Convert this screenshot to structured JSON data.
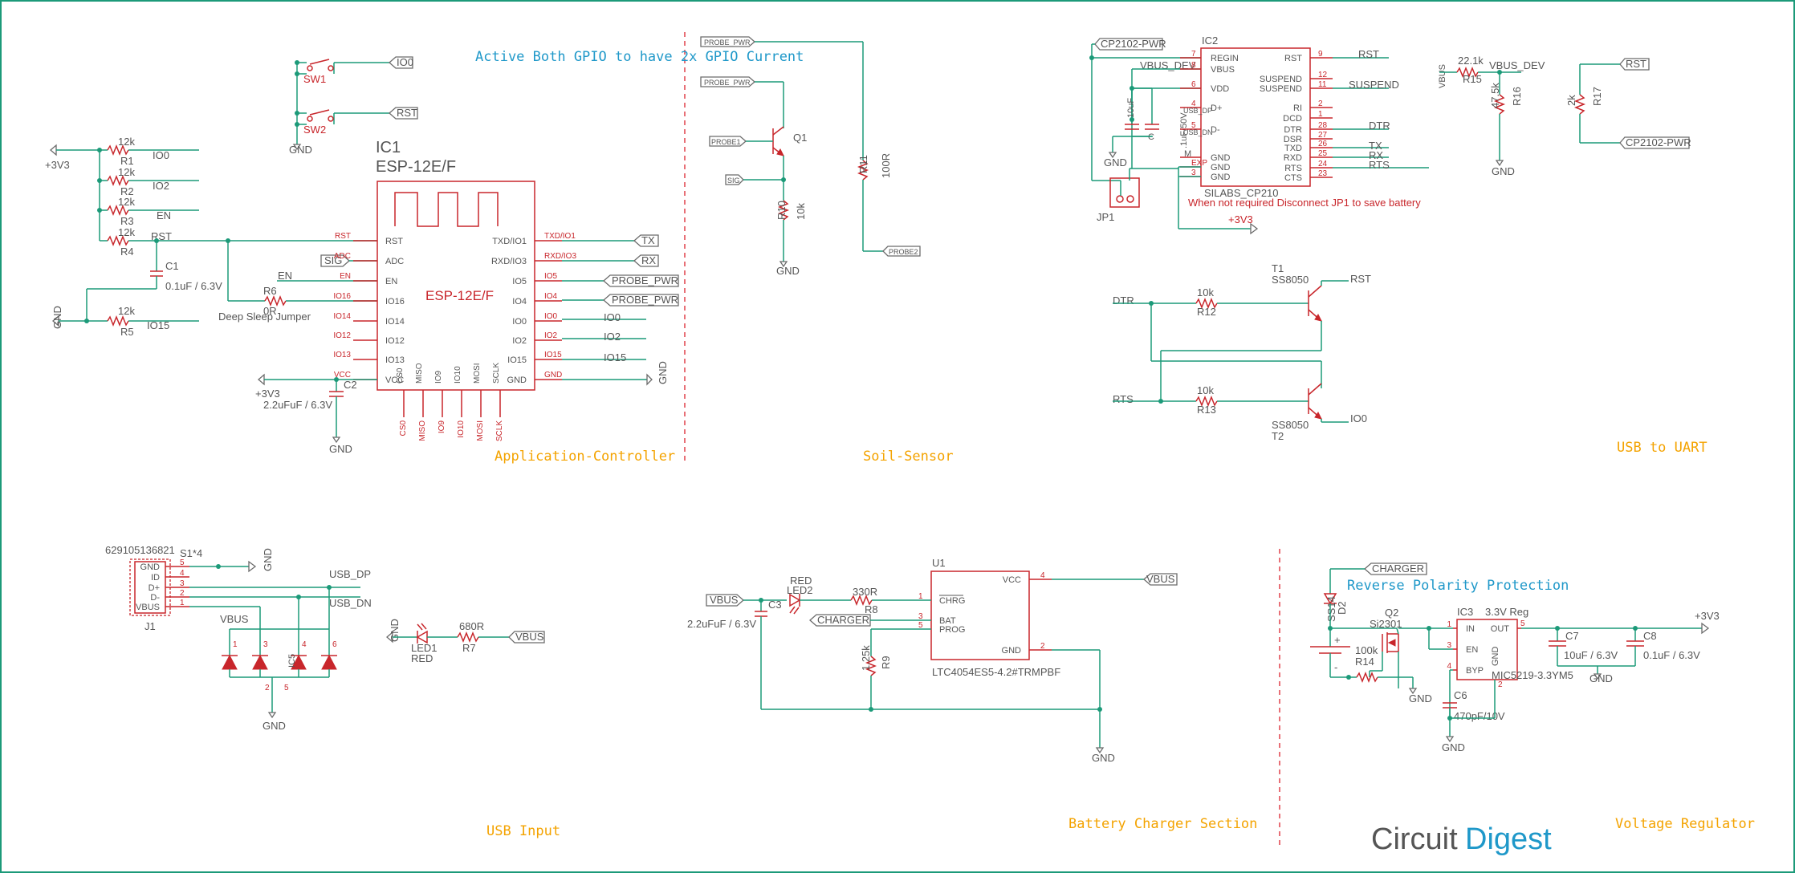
{
  "sections": {
    "app": "Application-Controller",
    "soil": "Soil-Sensor",
    "uart": "USB to UART",
    "usb": "USB Input",
    "charger": "Battery Charger Section",
    "vreg": "Voltage Regulator"
  },
  "notes": {
    "gpio": "Active Both GPIO to have 2x GPIO Current",
    "jp1": "When not required Disconnect JP1 to save battery",
    "reverse": "Reverse Polarity Protection"
  },
  "brand": {
    "logo_text": "CircuitDigest",
    "circuit": "Circuit",
    "digest": "Digest"
  },
  "mcu": {
    "ref": "IC1",
    "name": "ESP-12E/F",
    "value": "ESP-12E/F",
    "left_pins": [
      "RST",
      "ADC",
      "EN",
      "IO16",
      "IO14",
      "IO12",
      "IO13",
      "VCC"
    ],
    "right_pins": [
      "TXD/IO1",
      "RXD/IO3",
      "IO5",
      "IO4",
      "IO0",
      "IO2",
      "IO15",
      "GND"
    ],
    "bottom_pins": [
      "CS0",
      "MISO",
      "IO9",
      "IO10",
      "MOSI",
      "SCLK"
    ],
    "right_pin_nums": [
      "TXD/IO1",
      "RXD/IO3",
      "IO5",
      "IO4",
      "IO0",
      "IO2",
      "IO15",
      "GND"
    ],
    "bottom_pin_nums": [
      "CS0",
      "MISO",
      "IO9",
      "IO10",
      "MOSI",
      "SCLK"
    ],
    "vcc_pin": "VCC",
    "gnd_pin": "GND"
  },
  "app_parts": {
    "sw1": "SW1",
    "sw2": "SW2",
    "io0": "IO0",
    "rst": "RST",
    "gnd": "GND",
    "v33": "+3V3",
    "r1": {
      "ref": "R1",
      "val": "12k",
      "net": "IO0"
    },
    "r2": {
      "ref": "R2",
      "val": "12k",
      "net": "IO2"
    },
    "r3": {
      "ref": "R3",
      "val": "12k",
      "net": "EN"
    },
    "r4": {
      "ref": "R4",
      "val": "12k",
      "net": "RST"
    },
    "r5": {
      "ref": "R5",
      "val": "12k",
      "net": "IO15"
    },
    "c1": {
      "ref": "C1",
      "val": "0.1uF / 6.3V"
    },
    "r6": {
      "ref": "R6",
      "val": "0R",
      "note": "Deep Sleep Jumper"
    },
    "c2": {
      "ref": "C2",
      "val": "2.2uFuF / 6.3V"
    },
    "labels": {
      "sig": "SIG",
      "en": "EN",
      "tx": "TX",
      "rx": "RX",
      "probe_pwr": "PROBE_PWR",
      "io0": "IO0",
      "io2": "IO2",
      "io15": "IO15",
      "rst": "RST",
      "gnd": "GND",
      "vcc": "VCC",
      "v33": "+3V3"
    }
  },
  "soil_parts": {
    "probe_pwr": "PROBE_PWR",
    "probe1": "PROBE1",
    "probe2": "PROBE2",
    "sig": "SIG",
    "q1": "Q1",
    "r10": {
      "ref": "R10",
      "val": "10k"
    },
    "r11": {
      "ref": "R11",
      "val": "100R"
    },
    "gnd": "GND"
  },
  "uart_parts": {
    "cp_pwr": "CP2102-PWR",
    "ic2": "IC2",
    "ic2_name": "SILABS_CP210",
    "left_pins": [
      "REGIN",
      "VBUS",
      "VDD",
      "D+",
      "D-",
      "GND",
      "GND",
      "GND"
    ],
    "left_nums": [
      "7",
      "8",
      "6",
      "4",
      "5",
      "",
      "EXP",
      "3"
    ],
    "right_pins": [
      "RST",
      "SUSPEND",
      "SUSPEND",
      "RI",
      "DCD",
      "DTR",
      "DSR",
      "TXD",
      "RXD",
      "RTS",
      "CTS"
    ],
    "right_nums": [
      "9",
      "12",
      "11",
      "2",
      "1",
      "28",
      "27",
      "26",
      "25",
      "24",
      "23"
    ],
    "right_nets": [
      "RST",
      "SUSPEND",
      "DTR",
      "TX",
      "RX",
      "RTS"
    ],
    "vbus_dev": "VBUS_DEV",
    "usb_dp": "USB_DP",
    "usb_dn": "USB_DN",
    "c10": "10uF",
    "c_small": ".1uF/50V",
    "c_lbl": "C",
    "gnd": "GND",
    "jp1": "JP1",
    "v33": "+3V3",
    "m": "M",
    "r15": {
      "ref": "R15",
      "val": "22.1k"
    },
    "r16": {
      "ref": "R16",
      "val": "47.5k"
    },
    "r17": {
      "ref": "R17",
      "val": "2k"
    },
    "vbus": "VBUS",
    "rst": "RST",
    "cp_pwr2": "CP2102-PWR",
    "t1": {
      "ref": "T1",
      "val": "SS8050"
    },
    "t2": {
      "ref": "T2",
      "val": "SS8050"
    },
    "r12": {
      "ref": "R12",
      "val": "10k"
    },
    "r13": {
      "ref": "R13",
      "val": "10k"
    },
    "dtr": "DTR",
    "rts": "RTS",
    "io0": "IO0"
  },
  "usb_parts": {
    "part": "629105136821",
    "j1": "J1",
    "s1": "S1*4",
    "pins": [
      "GND",
      "ID",
      "D+",
      "D-",
      "VBUS"
    ],
    "nums": [
      "5",
      "4",
      "3",
      "2",
      "1"
    ],
    "usb_dp": "USB_DP",
    "usb_dn": "USB_DN",
    "vbus": "VBUS",
    "gnd": "GND",
    "led1": {
      "ref": "LED1",
      "val": "RED"
    },
    "r7": {
      "ref": "R7",
      "val": "680R"
    },
    "vbus2": "VBUS",
    "tvs_nums": [
      "1",
      "3",
      "4",
      "6",
      "2",
      "5"
    ],
    "tvs_ref": "IC5"
  },
  "charger_parts": {
    "u1": "U1",
    "part": "LTC4054ES5-4.2#TRMPBF",
    "pins_l": [
      "CHRG",
      "BAT",
      "PROG"
    ],
    "nums_l": [
      "1",
      "3",
      "5"
    ],
    "pins_r": [
      "VCC",
      "GND"
    ],
    "nums_r": [
      "4",
      "2"
    ],
    "vbus": "VBUS",
    "vbus_out": "VBUS",
    "charger": "CHARGER",
    "c3": {
      "ref": "C3",
      "val": "2.2uFuF / 6.3V"
    },
    "led2": {
      "ref": "LED2",
      "val": "RED"
    },
    "r8": {
      "ref": "R8",
      "val": "330R"
    },
    "r9": {
      "ref": "R9",
      "val": "1.25k"
    },
    "gnd": "GND"
  },
  "vreg_parts": {
    "charger": "CHARGER",
    "d2": {
      "ref": "D2",
      "val": "SS14"
    },
    "q2": {
      "ref": "Q2",
      "val": "Si2301"
    },
    "r14": {
      "ref": "R14",
      "val": "100k"
    },
    "ic3": "IC3",
    "ic3_val": "3.3V Reg",
    "part": "MIC5219-3.3YM5",
    "pins_l": [
      "IN",
      "EN",
      "BYP"
    ],
    "nums_l": [
      "1",
      "3",
      "4"
    ],
    "pins_r": [
      "OUT",
      "GND"
    ],
    "nums_r": [
      "5",
      "2"
    ],
    "c6": {
      "ref": "C6",
      "val": "470pF/10V"
    },
    "c7": {
      "ref": "C7",
      "val": "10uF / 6.3V"
    },
    "c8": {
      "ref": "C8",
      "val": "0.1uF / 6.3V"
    },
    "v33": "+3V3",
    "gnd": "GND",
    "batt_plus": "+",
    "batt_minus": "-"
  },
  "colors": {
    "wire": "#1c9a79",
    "part": "#c8262b",
    "section": "#f4a300",
    "note": "#1f98c9",
    "text": "#555555"
  }
}
